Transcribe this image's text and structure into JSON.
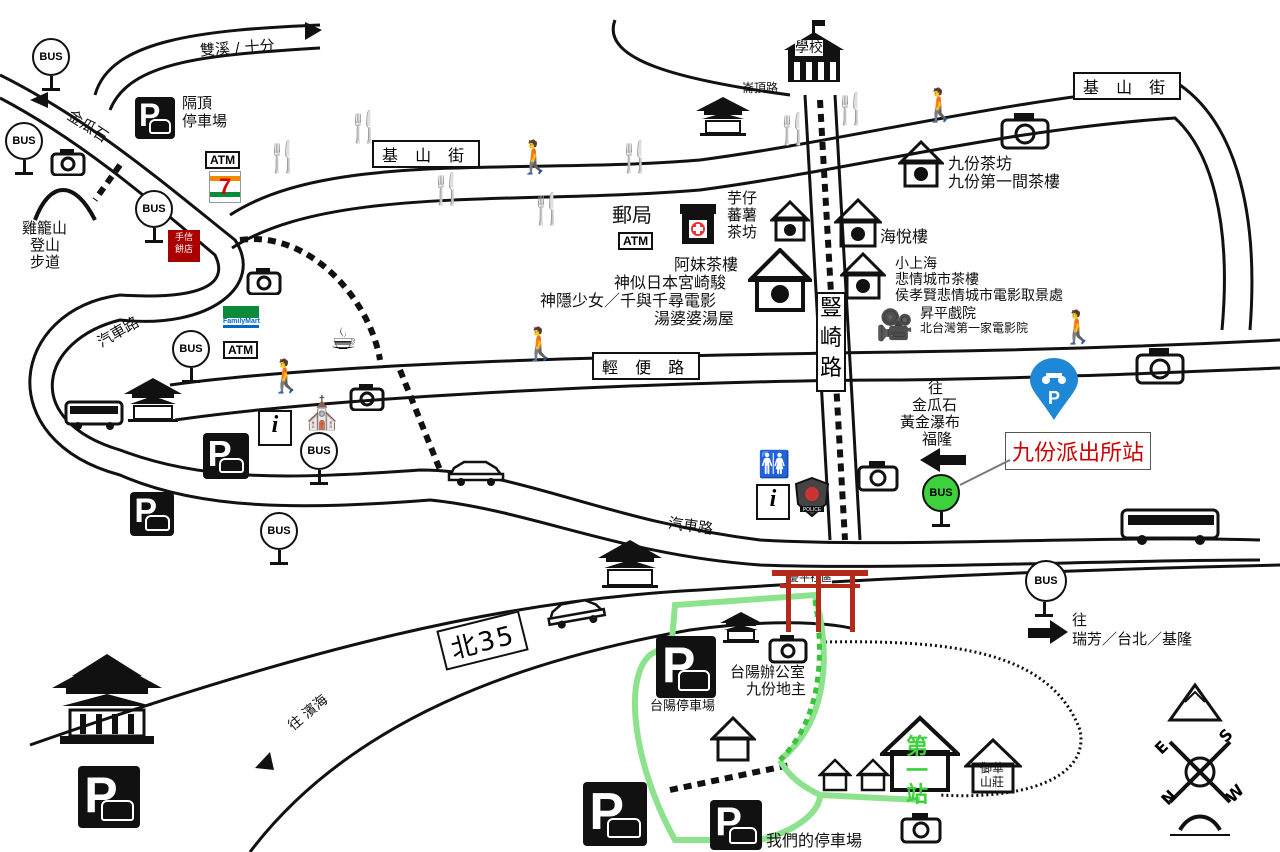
{
  "roads": {
    "jinguashi": "金瓜石",
    "shuangxi": "雙溪 / 十分",
    "jishan_left": "基 山 街",
    "jishan_right": "基 山 街",
    "qingbian": "輕  便  路",
    "shuqi": "豎崎路",
    "qiche_left": "汽車路",
    "qiche_mid": "汽車路",
    "bei35": "北35",
    "binhai": "往  濱海",
    "qidinglu": "崙頂路"
  },
  "places": {
    "school": "學校",
    "geding_parking": [
      "隔頂",
      "停車場"
    ],
    "jilong_trail": [
      "雞籠山",
      "登山",
      "步道"
    ],
    "post_office": "郵局",
    "yuzai": [
      "芋仔",
      "蕃薯",
      "茶坊"
    ],
    "amei": [
      "阿妹茶樓",
      "神似日本宮崎駿",
      "神隱少女／千與千尋電影",
      "湯婆婆湯屋"
    ],
    "haiyue": "海悅樓",
    "jiufen_teahouse": [
      "九份茶坊",
      "九份第一間茶樓"
    ],
    "xiaoshanghai": [
      "小上海",
      "悲情城市茶樓",
      "侯孝賢悲情城市電影取景處"
    ],
    "shengping": [
      "昇平戲院",
      "北台灣第一家電影院"
    ],
    "direction_east": [
      "往",
      "金瓜石",
      "黃金瀑布",
      "福隆"
    ],
    "police_station": "九份派出所站",
    "direction_south": [
      "往",
      "瑞芳／台北／基隆"
    ],
    "qingping": "慶平社區",
    "taiyang_office": [
      "台陽辦公室",
      "九份地主"
    ],
    "taiyang_parking": "台陽停車場",
    "our_parking": "我們的停車場",
    "our_place": "第一站",
    "yuhua": [
      "御華",
      "山莊"
    ],
    "shop_red": [
      "手信",
      "餅店"
    ]
  },
  "icons": {
    "atm": "ATM",
    "bus": "BUS",
    "parking": "P",
    "info": "i",
    "seven": "7",
    "familymart": "FamilyMart",
    "police": "POLICE",
    "compass": [
      "N",
      "E",
      "S",
      "W"
    ]
  },
  "colors": {
    "route_green": "#7fe07f",
    "bus_green": "#3dd13d",
    "parking_blue": "#1e88d6",
    "label_red": "#cc0000"
  }
}
